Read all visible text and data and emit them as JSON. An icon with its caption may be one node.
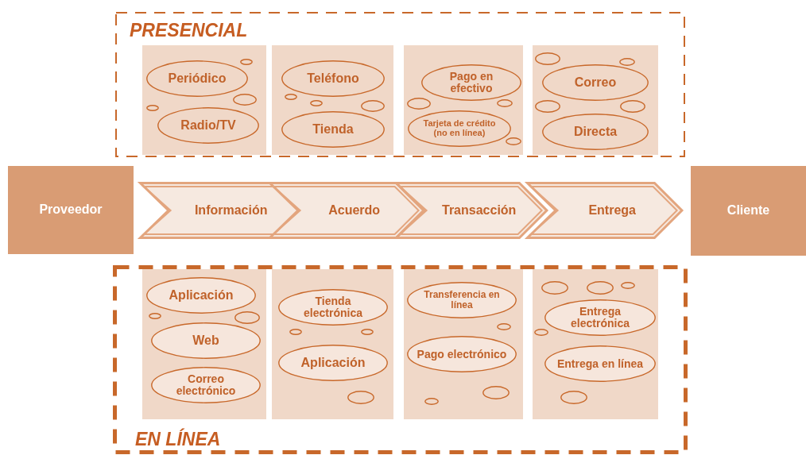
{
  "diagram": {
    "nodes": [
      {
        "text": [
          "PRESENCIAL"
        ]
      },
      {
        "text": [
          "Periódico"
        ],
        "in": 0
      },
      {
        "text": [
          "Radio/TV"
        ],
        "in": 0
      },
      {
        "text": [],
        "shape": "circle",
        "in": 0
      },
      {
        "text": [],
        "shape": "circle",
        "in": 0
      },
      {
        "text": [],
        "shape": "circle",
        "in": 0
      },
      {
        "text": [
          "Teléfono"
        ],
        "in": 0
      },
      {
        "text": [
          "Tienda"
        ],
        "in": 0
      },
      {
        "text": [],
        "shape": "circle",
        "in": 0
      },
      {
        "text": [],
        "shape": "circle",
        "in": 0
      },
      {
        "text": [],
        "shape": "circle",
        "in": 0
      },
      {
        "text": [
          "Pago en efectivo"
        ],
        "in": 0
      },
      {
        "text": [
          "Tarjeta de crédito (no en línea)"
        ],
        "in": 0
      },
      {
        "text": [],
        "shape": "circle",
        "in": 0
      },
      {
        "text": [],
        "shape": "circle",
        "in": 0
      },
      {
        "text": [],
        "shape": "circle",
        "in": 0
      },
      {
        "text": [
          "Correo"
        ],
        "in": 0
      },
      {
        "text": [
          "Directa"
        ],
        "in": 0
      },
      {
        "text": [],
        "shape": "circle",
        "in": 0
      },
      {
        "text": [],
        "shape": "circle",
        "in": 0
      },
      {
        "text": [],
        "shape": "circle",
        "in": 0
      },
      {
        "text": [],
        "shape": "circle",
        "in": 0
      },
      {
        "text": [
          "Proveedor"
        ]
      },
      {
        "text": [
          "Información"
        ]
      },
      {
        "text": [
          "Acuerdo"
        ]
      },
      {
        "text": [
          "Transacción"
        ]
      },
      {
        "text": [
          "Entrega"
        ]
      },
      {
        "text": [
          "Cliente"
        ]
      },
      {
        "text": [
          "EN LÍNEA"
        ]
      },
      {
        "text": [
          "Aplicación"
        ],
        "in": 28
      },
      {
        "text": [
          "Web"
        ],
        "in": 28
      },
      {
        "text": [
          "Correo electrónico"
        ],
        "in": 28
      },
      {
        "text": [],
        "shape": "circle",
        "in": 28
      },
      {
        "text": [],
        "shape": "circle",
        "in": 28
      },
      {
        "text": [
          "Tienda electrónica"
        ],
        "in": 28
      },
      {
        "text": [
          "Aplicación"
        ],
        "in": 28
      },
      {
        "text": [],
        "shape": "circle",
        "in": 28
      },
      {
        "text": [],
        "shape": "circle",
        "in": 28
      },
      {
        "text": [],
        "shape": "circle",
        "in": 28
      },
      {
        "text": [
          "Transferencia en línea"
        ],
        "in": 28
      },
      {
        "text": [
          "Pago electrónico"
        ],
        "in": 28
      },
      {
        "text": [],
        "shape": "circle",
        "in": 28
      },
      {
        "text": [],
        "shape": "circle",
        "in": 28
      },
      {
        "text": [],
        "shape": "circle",
        "in": 28
      },
      {
        "text": [
          "Entrega electrónica"
        ],
        "in": 28
      },
      {
        "text": [
          "Entrega en línea"
        ],
        "in": 28
      },
      {
        "text": [],
        "shape": "circle",
        "in": 28
      },
      {
        "text": [],
        "shape": "circle",
        "in": 28
      },
      {
        "text": [],
        "shape": "circle",
        "in": 28
      },
      {
        "text": [],
        "shape": "circle",
        "in": 28
      },
      {
        "text": [],
        "shape": "circle",
        "in": 28
      }
    ]
  }
}
